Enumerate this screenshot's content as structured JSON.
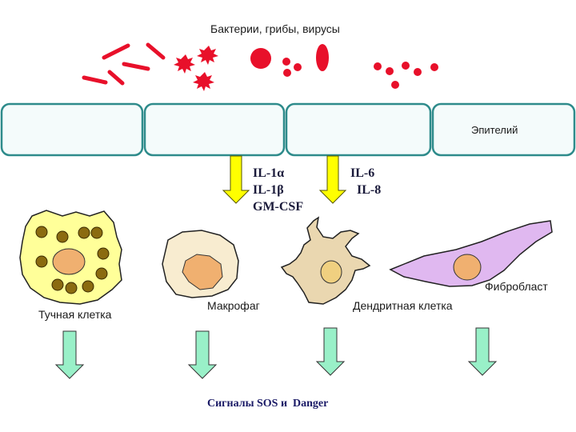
{
  "pathogens_label": "Бактерии, грибы, вирусы",
  "epithelium_label": "Эпителий",
  "cytokines_left": [
    "IL-1α",
    "IL-1β",
    "GM-CSF"
  ],
  "cytokines_right": [
    "IL-6",
    "IL-8"
  ],
  "cells": {
    "mast": "Тучная клетка",
    "macrophage": "Макрофаг",
    "dendritic": "Дендритная клетка",
    "fibroblast": "Фибробласт"
  },
  "signals_label": "Сигналы SOS и  Danger",
  "colors": {
    "pathogen": "#e8102a",
    "epithelium_border": "#2e8b8b",
    "epithelium_fill": "#f4fbfb",
    "cytokine_arrow": "#ffff00",
    "signal_arrow": "#99f0c8",
    "mast_cell": "#ffff99",
    "granule": "#8b6b10",
    "nucleus": "#f0b070",
    "macrophage": "#f8ecd0",
    "dendritic": "#ead7b0",
    "fibroblast": "#e0b8f0"
  }
}
